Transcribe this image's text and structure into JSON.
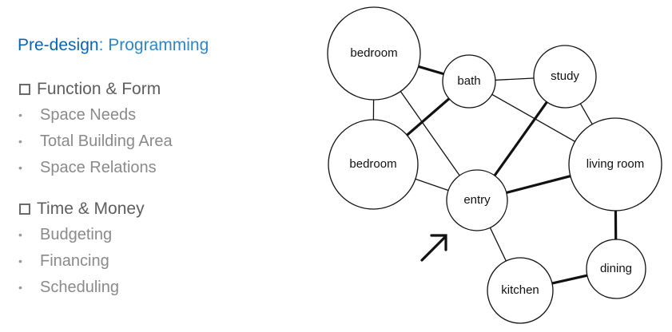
{
  "slide": {
    "title_lead": "Pre-design",
    "title_rest": ": Programming",
    "sections": [
      {
        "heading": "Function & Form",
        "items": [
          "Space Needs",
          "Total Building Area",
          "Space Relations"
        ]
      },
      {
        "heading": "Time & Money",
        "items": [
          "Budgeting",
          "Financing",
          "Scheduling"
        ]
      }
    ]
  },
  "diagram": {
    "nodes": [
      {
        "id": "bedroom1",
        "label": "bedroom"
      },
      {
        "id": "bath",
        "label": "bath"
      },
      {
        "id": "study",
        "label": "study"
      },
      {
        "id": "bedroom2",
        "label": "bedroom"
      },
      {
        "id": "living",
        "label": "living room"
      },
      {
        "id": "entry",
        "label": "entry"
      },
      {
        "id": "dining",
        "label": "dining"
      },
      {
        "id": "kitchen",
        "label": "kitchen"
      }
    ],
    "edges": [
      {
        "from": "bedroom1",
        "to": "bath",
        "strong": true
      },
      {
        "from": "bedroom1",
        "to": "bedroom2",
        "strong": false
      },
      {
        "from": "bedroom1",
        "to": "entry",
        "strong": false
      },
      {
        "from": "bath",
        "to": "study",
        "strong": false
      },
      {
        "from": "bath",
        "to": "bedroom2",
        "strong": true
      },
      {
        "from": "bath",
        "to": "living",
        "strong": false
      },
      {
        "from": "study",
        "to": "living",
        "strong": false
      },
      {
        "from": "study",
        "to": "entry",
        "strong": true
      },
      {
        "from": "bedroom2",
        "to": "entry",
        "strong": false
      },
      {
        "from": "entry",
        "to": "living",
        "strong": true
      },
      {
        "from": "entry",
        "to": "kitchen",
        "strong": false
      },
      {
        "from": "living",
        "to": "dining",
        "strong": true
      },
      {
        "from": "dining",
        "to": "kitchen",
        "strong": true
      }
    ],
    "entry_arrow_icon": "arrow-up-right-icon",
    "colors": {
      "title_lead": "#0b63b3",
      "title_rest": "#2e86c8",
      "heading": "#5e5e5e",
      "item": "#8a8a8a",
      "line": "#111111"
    }
  }
}
